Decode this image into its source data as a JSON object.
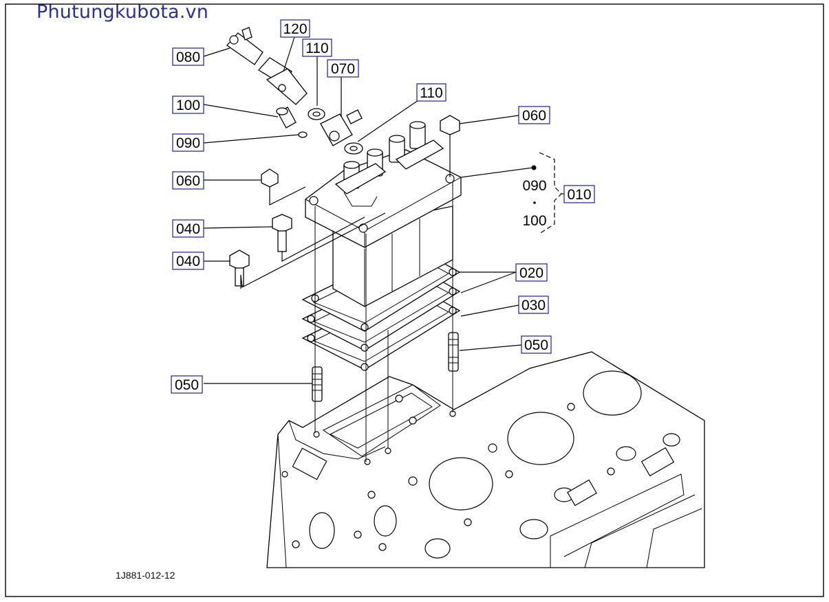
{
  "site_brand": "Phutungkubota.vn",
  "drawing_code": "1J881-012-12",
  "callouts": {
    "c080": "080",
    "c120": "120",
    "c110a": "110",
    "c070": "070",
    "c110b": "110",
    "c100": "100",
    "c090": "090",
    "c060a": "060",
    "c060b": "060",
    "c040a": "040",
    "c040b": "040",
    "c010": "010",
    "c020": "020",
    "c030": "030",
    "c050a": "050",
    "c050b": "050"
  },
  "kit_contents": {
    "item1": "090",
    "item2": "100"
  }
}
